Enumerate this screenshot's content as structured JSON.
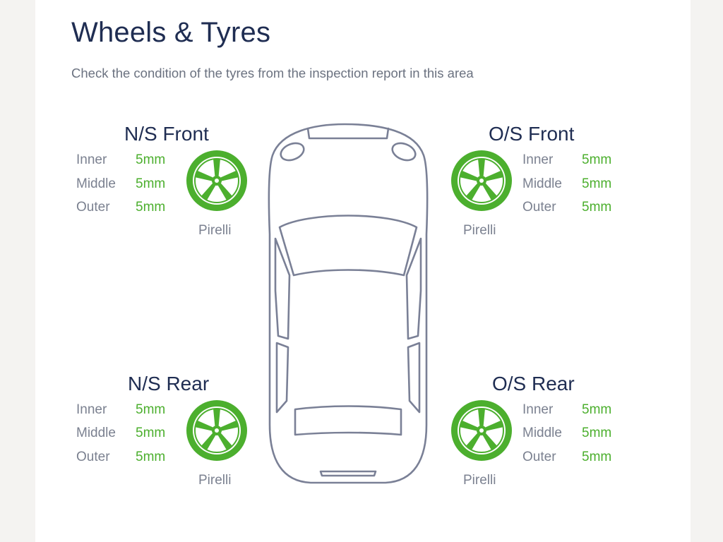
{
  "header": {
    "title": "Wheels & Tyres",
    "subtitle": "Check the condition of the tyres from the inspection report in this area"
  },
  "colors": {
    "accent_green": "#4caf2e",
    "title_navy": "#1f2d52",
    "car_outline": "#7a8096"
  },
  "tyres": {
    "ns_front": {
      "title": "N/S Front",
      "inner_label": "Inner",
      "inner_value": "5mm",
      "middle_label": "Middle",
      "middle_value": "5mm",
      "outer_label": "Outer",
      "outer_value": "5mm",
      "brand": "Pirelli"
    },
    "os_front": {
      "title": "O/S Front",
      "inner_label": "Inner",
      "inner_value": "5mm",
      "middle_label": "Middle",
      "middle_value": "5mm",
      "outer_label": "Outer",
      "outer_value": "5mm",
      "brand": "Pirelli"
    },
    "ns_rear": {
      "title": "N/S Rear",
      "inner_label": "Inner",
      "inner_value": "5mm",
      "middle_label": "Middle",
      "middle_value": "5mm",
      "outer_label": "Outer",
      "outer_value": "5mm",
      "brand": "Pirelli"
    },
    "os_rear": {
      "title": "O/S Rear",
      "inner_label": "Inner",
      "inner_value": "5mm",
      "middle_label": "Middle",
      "middle_value": "5mm",
      "outer_label": "Outer",
      "outer_value": "5mm",
      "brand": "Pirelli"
    }
  },
  "icons": {
    "wheel": "wheel-icon",
    "car": "car-top-view-icon"
  }
}
